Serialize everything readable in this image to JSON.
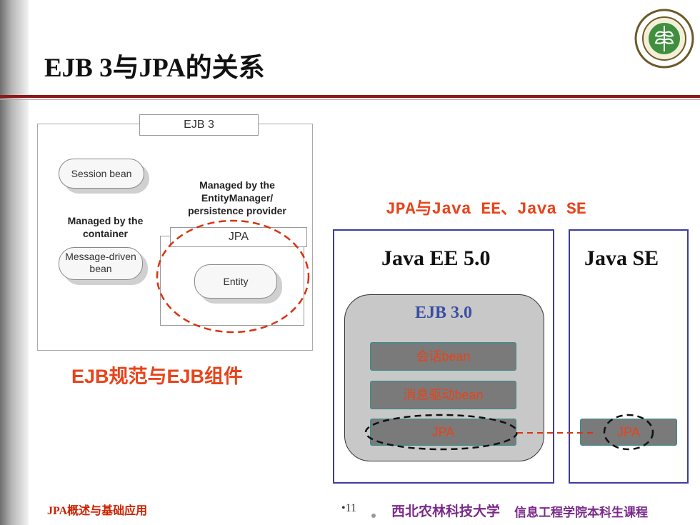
{
  "slide": {
    "title": "EJB 3与JPA的关系",
    "accent_color": "#8b1a1a",
    "caption_color": "#e8431a"
  },
  "left_diagram": {
    "ejb_tab": "EJB 3",
    "session_bean": "Session bean",
    "message_driven": "Message-driven bean",
    "managed_container": "Managed by the container",
    "managed_entity": "Managed by the EntityManager/ persistence provider",
    "jpa_tab": "JPA",
    "entity": "Entity",
    "caption": "EJB规范与EJB组件"
  },
  "right_diagram": {
    "title": "JPA与Java EE、Java SE",
    "java_ee": "Java EE 5.0",
    "java_se": "Java SE",
    "ejb30": "EJB 3.0",
    "session_bean_cn": "会话bean",
    "mdb_cn": "消息驱动bean",
    "jpa_ee": "JPA",
    "jpa_se": "JPA"
  },
  "footer": {
    "left": "JPA概述与基础应用",
    "page": "•11",
    "university": "西北农林科技大学",
    "dept": "信息工程学院本科生课程"
  }
}
